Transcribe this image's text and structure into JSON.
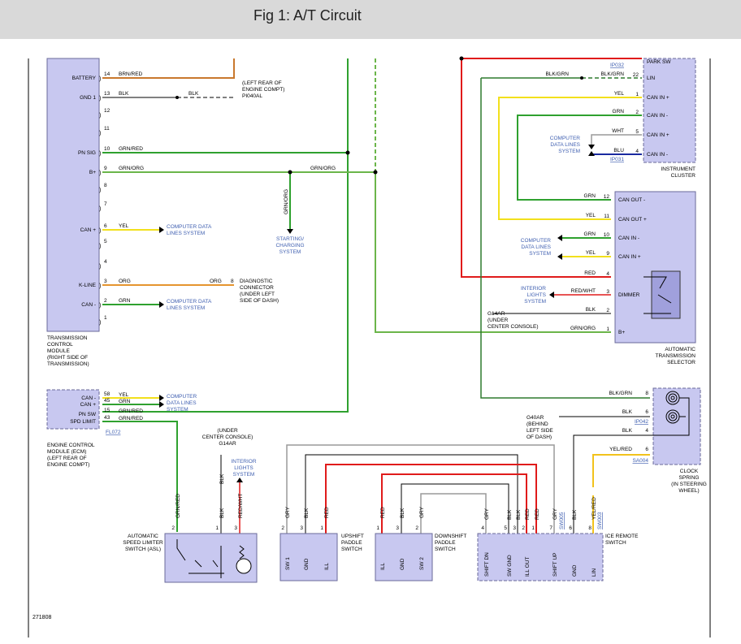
{
  "header": {
    "title": "Fig 1: A/T Circuit"
  },
  "figure_id": "271808",
  "colors": {
    "module_fill": "#c8c8f0",
    "module_stroke": "#6a6a9a",
    "wire_brn_red": "#c9782d",
    "wire_blk": "#000000",
    "wire_grn": "#2fa12f",
    "wire_grn_red": "#2fa12f",
    "wire_grn_org": "#6bb54a",
    "wire_yel": "#f2e01c",
    "wire_org": "#e5952f",
    "wire_red": "#e01b1b",
    "wire_gry": "#9a9a9a",
    "wire_wht": "#9a9a9a",
    "wire_blu": "#1a2aa0",
    "wire_blk_grn": "#2e7a2e",
    "link": "#3f5fb0"
  },
  "tcm": {
    "title": [
      "TRANSMISSION",
      "CONTROL",
      "MODULE",
      "(RIGHT SIDE OF",
      "TRANSMISSION)"
    ],
    "pins": [
      {
        "label": "BATTERY",
        "num": "14",
        "wire": "BRN/RED"
      },
      {
        "label": "GND 1",
        "num": "13",
        "wire": "BLK"
      },
      {
        "label": "",
        "num": "12",
        "wire": ""
      },
      {
        "label": "",
        "num": "11",
        "wire": ""
      },
      {
        "label": "PN SIG",
        "num": "10",
        "wire": "GRN/RED"
      },
      {
        "label": "B+",
        "num": "9",
        "wire": "GRN/ORG"
      },
      {
        "label": "",
        "num": "8",
        "wire": ""
      },
      {
        "label": "",
        "num": "7",
        "wire": ""
      },
      {
        "label": "CAN +",
        "num": "6",
        "wire": "YEL"
      },
      {
        "label": "",
        "num": "5",
        "wire": ""
      },
      {
        "label": "",
        "num": "4",
        "wire": ""
      },
      {
        "label": "K-LINE",
        "num": "3",
        "wire": "ORG"
      },
      {
        "label": "CAN -",
        "num": "2",
        "wire": "GRN"
      },
      {
        "label": "",
        "num": "1",
        "wire": ""
      }
    ]
  },
  "labels": {
    "blk_gnd": "BLK",
    "gnd_note": [
      "(LEFT REAR OF",
      "ENGINE COMPT)",
      "PI040AL"
    ],
    "grn_org_mid": "GRN/ORG",
    "grn_org_vert": "GRN/ORG",
    "starting": [
      "STARTING/",
      "CHARGING",
      "SYSTEM"
    ],
    "cdl": [
      "COMPUTER DATA",
      "LINES SYSTEM"
    ],
    "diag_wire": "ORG",
    "diag_pin": "8",
    "diag": [
      "DIAGNOSTIC",
      "CONNECTOR",
      "(UNDER LEFT",
      "SIDE OF DASH)"
    ],
    "cdl2": [
      "COMPUTER DATA",
      "LINES SYSTEM"
    ]
  },
  "ecm": {
    "title": [
      "ENGINE CONTROL",
      "MODULE (ECM)",
      "(LEFT REAR OF",
      "ENGINE COMPT)"
    ],
    "ref": "FL072",
    "pins": [
      {
        "label": "CAN -",
        "num": "58",
        "wire": "YEL"
      },
      {
        "label": "CAN +",
        "num": "45",
        "wire": "GRN"
      },
      {
        "label": "PN SW",
        "num": "15",
        "wire": "GRN/RED"
      },
      {
        "label": "SPD LIMIT",
        "num": "43",
        "wire": "GRN/RED"
      }
    ],
    "cdl": [
      "COMPUTER",
      "DATA LINES",
      "SYSTEM"
    ]
  },
  "cluster": {
    "title": [
      "INSTRUMENT",
      "CLUSTER"
    ],
    "ref_top": "IP032",
    "ref_bottom": "IP031",
    "pins": [
      {
        "label": "PARK SW",
        "num": "",
        "wire": ""
      },
      {
        "label": "LIN",
        "num": "22",
        "wire": "BLK/GRN"
      },
      {
        "label": "CAN IN +",
        "num": "1",
        "wire": "YEL"
      },
      {
        "label": "CAN IN -",
        "num": "2",
        "wire": "GRN"
      },
      {
        "label": "CAN IN +",
        "num": "5",
        "wire": "WHT"
      },
      {
        "label": "CAN IN -",
        "num": "4",
        "wire": "BLU"
      }
    ],
    "lin_left_wire": "BLK/GRN",
    "cdl": [
      "COMPUTER",
      "DATA LINES",
      "SYSTEM"
    ]
  },
  "selector": {
    "title": [
      "AUTOMATIC",
      "TRANSMISSION",
      "SELECTOR"
    ],
    "pins": [
      {
        "label": "CAN OUT -",
        "num": "12",
        "wire": "GRN"
      },
      {
        "label": "CAN OUT +",
        "num": "11",
        "wire": "YEL"
      },
      {
        "label": "CAN IN -",
        "num": "10",
        "wire": "GRN"
      },
      {
        "label": "CAN IN +",
        "num": "9",
        "wire": "YEL"
      },
      {
        "label": "",
        "num": "4",
        "wire": "RED"
      },
      {
        "label": "DIMMER",
        "num": "3",
        "wire": "RED/WHT"
      },
      {
        "label": "",
        "num": "2",
        "wire": "BLK"
      },
      {
        "label": "B+",
        "num": "1",
        "wire": "GRN/ORG"
      }
    ],
    "cdl": [
      "COMPUTER",
      "DATA LINES",
      "SYSTEM"
    ],
    "interior": [
      "INTERIOR",
      "LIGHTS",
      "SYSTEM"
    ],
    "gnd": [
      "G14AR",
      "(UNDER",
      "CENTER CONSOLE)"
    ]
  },
  "clock": {
    "title": [
      "CLOCK",
      "SPRING",
      "(IN STEERING",
      "WHEEL)"
    ],
    "ref_mid": "IP042",
    "ref_bottom": "SA004",
    "pins": [
      {
        "num": "8",
        "wire": "BLK/GRN"
      },
      {
        "num": "6",
        "wire": "BLK"
      },
      {
        "num": "4",
        "wire": "BLK"
      },
      {
        "num": "6",
        "wire": "YEL/RED"
      }
    ],
    "gnd": [
      "G40AR",
      "(BEHIND",
      "LEFT SIDE",
      "OF DASH)"
    ]
  },
  "asl": {
    "title": [
      "AUTOMATIC",
      "SPEED LIMITER",
      "SWITCH (ASL)"
    ],
    "pins": [
      {
        "num": "2",
        "wire": "GRN/RED"
      },
      {
        "num": "1",
        "wire": "BLK"
      },
      {
        "num": "3",
        "wire": "RED/WHT"
      }
    ],
    "gnd": [
      "(UNDER",
      "CENTER CONSOLE)",
      "G14AR"
    ],
    "gnd_wire": "BLK",
    "interior": [
      "INTERIOR",
      "LIGHTS",
      "SYSTEM"
    ]
  },
  "upshift": {
    "title": [
      "UPSHIFT",
      "PADDLE",
      "SWITCH"
    ],
    "pins": [
      {
        "label": "SW 1",
        "num": "2",
        "wire": "GRY"
      },
      {
        "label": "GND",
        "num": "3",
        "wire": "BLK"
      },
      {
        "label": "ILL",
        "num": "1",
        "wire": "RED"
      }
    ]
  },
  "downshift": {
    "title": [
      "DOWNSHIFT",
      "PADDLE",
      "SWITCH"
    ],
    "pins": [
      {
        "label": "ILL",
        "num": "1",
        "wire": "RED"
      },
      {
        "label": "GND",
        "num": "3",
        "wire": "BLK"
      },
      {
        "label": "SW 2",
        "num": "2",
        "wire": "GRY"
      }
    ]
  },
  "ice": {
    "title": [
      "ICE REMOTE",
      "SWITCH"
    ],
    "refs": [
      "SW005",
      "SW003"
    ],
    "pins": [
      {
        "label": "SHIFT DN",
        "num": "4",
        "wire": "GRY"
      },
      {
        "label": "SW GND",
        "num": "5",
        "wire": "BLK"
      },
      {
        "label": "",
        "num": "3",
        "wire": "BLK"
      },
      {
        "label": "ILL OUT",
        "num": "2",
        "wire": "RED"
      },
      {
        "label": "",
        "num": "1",
        "wire": "RED"
      },
      {
        "label": "SHIFT UP",
        "num": "7",
        "wire": "GRY"
      },
      {
        "label": "GND",
        "num": "6",
        "wire": "BLK"
      },
      {
        "label": "LIN",
        "num": "8",
        "wire": "YEL/RED"
      }
    ]
  }
}
